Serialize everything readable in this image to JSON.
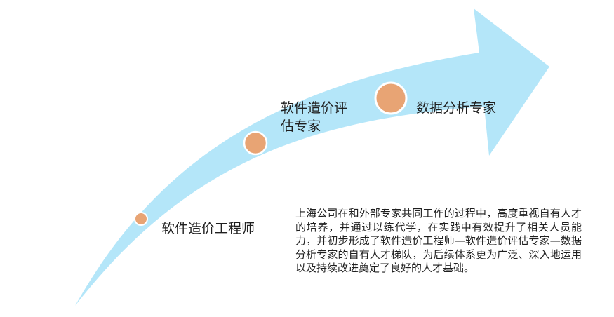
{
  "colors": {
    "arrow_fill": "#b4e6f9",
    "node_fill": "#e8a474",
    "node_stroke": "#ffffff",
    "text": "#1f1f1f"
  },
  "stages": [
    {
      "label": "软件造价工程师"
    },
    {
      "label": "软件造价评估专家"
    },
    {
      "label": "数据分析专家"
    }
  ],
  "description": "上海公司在和外部专家共同工作的过程中，高度重视自有人才的培养，并通过以练代学，在实践中有效提升了相关人员能力，并初步形成了软件造价工程师—软件造价评估专家—数据分析专家的自有人才梯队，为后续体系更为广泛、深入地运用以及持续改进奠定了良好的人才基础。"
}
